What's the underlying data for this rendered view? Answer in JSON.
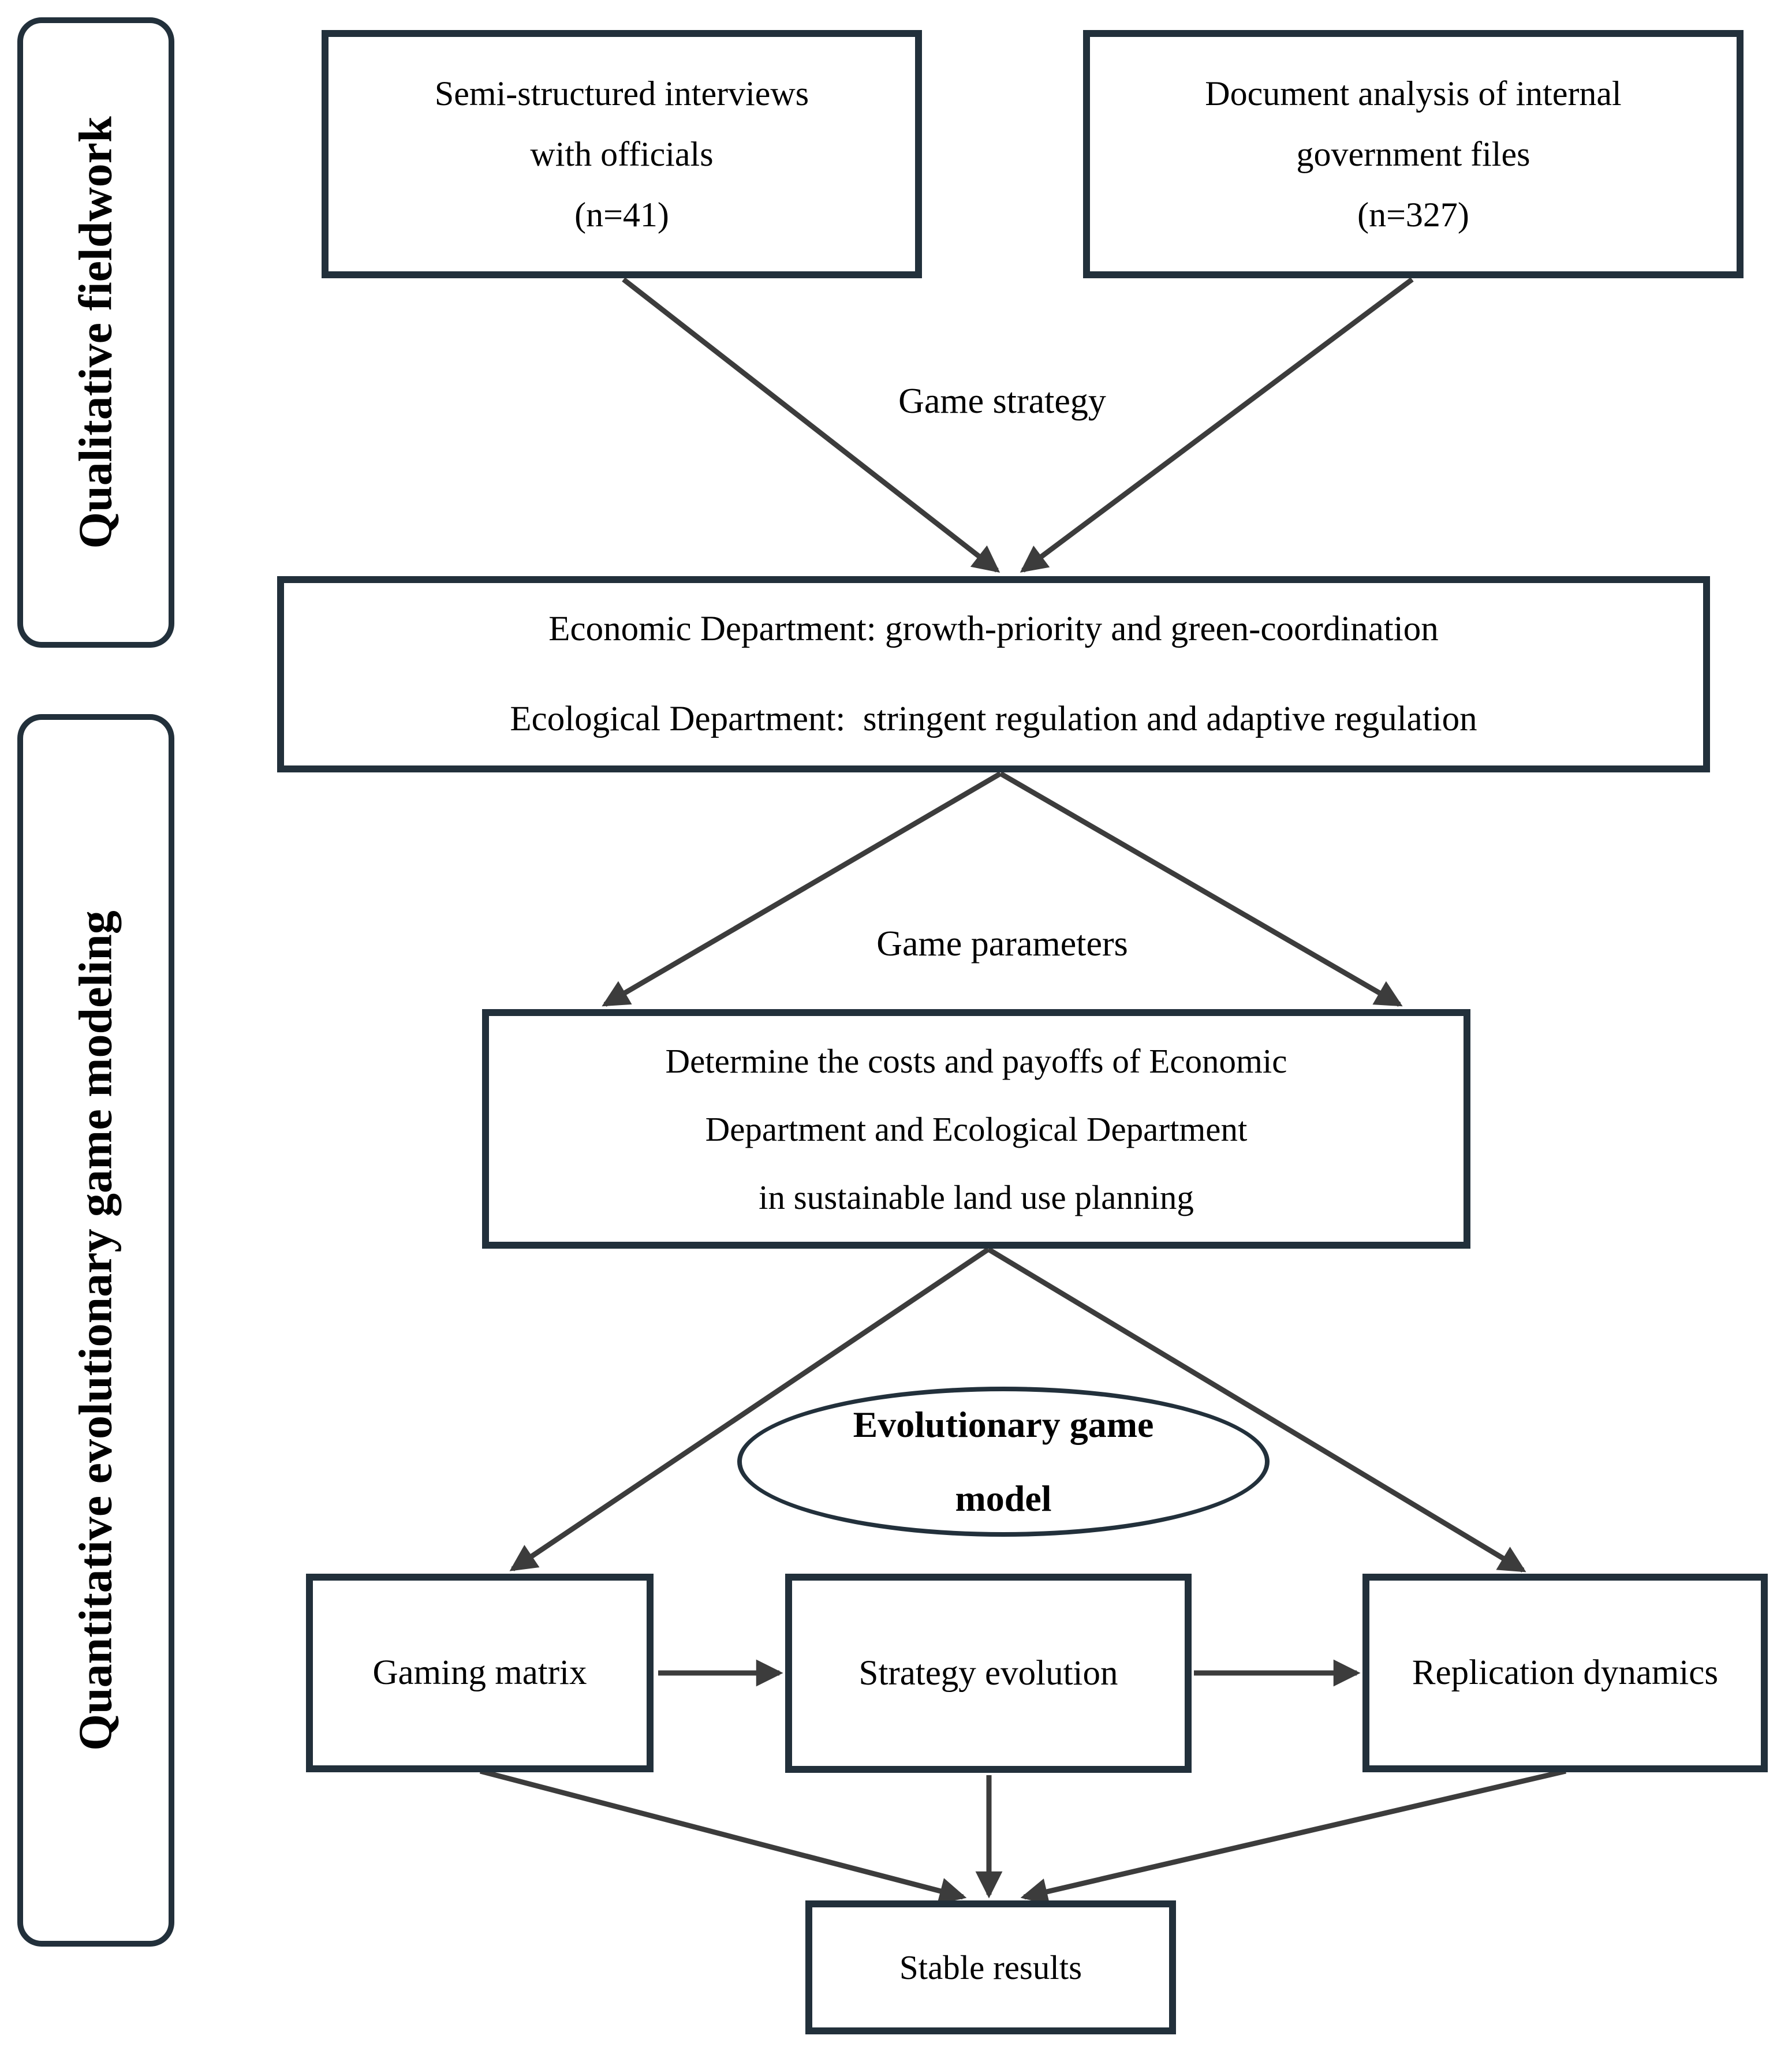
{
  "colors": {
    "border": "#22303b",
    "arrow": "#3c3c3c",
    "text": "#000000",
    "background": "#ffffff"
  },
  "sidebar": {
    "sections": [
      {
        "label": "Qualitative fieldwork"
      },
      {
        "label": "Quantitative evolutionary game modeling"
      }
    ]
  },
  "flowchart": {
    "top_boxes": [
      {
        "lines": [
          "Semi-structured interviews",
          "with officials",
          "(n=41)"
        ]
      },
      {
        "lines": [
          "Document analysis of internal",
          "government files",
          "(n=327)"
        ]
      }
    ],
    "labels": {
      "game_strategy": "Game strategy",
      "game_parameters": "Game parameters"
    },
    "departments_box": {
      "lines": [
        "Economic Department: growth-priority and green-coordination",
        "Ecological Department:  stringent regulation and adaptive regulation"
      ]
    },
    "determine_box": {
      "lines": [
        "Determine the costs and payoffs of Economic",
        "Department and Ecological Department",
        "in sustainable land use planning"
      ]
    },
    "ellipse": {
      "lines": [
        "Evolutionary game",
        "model"
      ]
    },
    "model_boxes": [
      {
        "label": "Gaming matrix"
      },
      {
        "label": "Strategy evolution"
      },
      {
        "label": "Replication dynamics"
      }
    ],
    "result_box": {
      "label": "Stable results"
    }
  }
}
